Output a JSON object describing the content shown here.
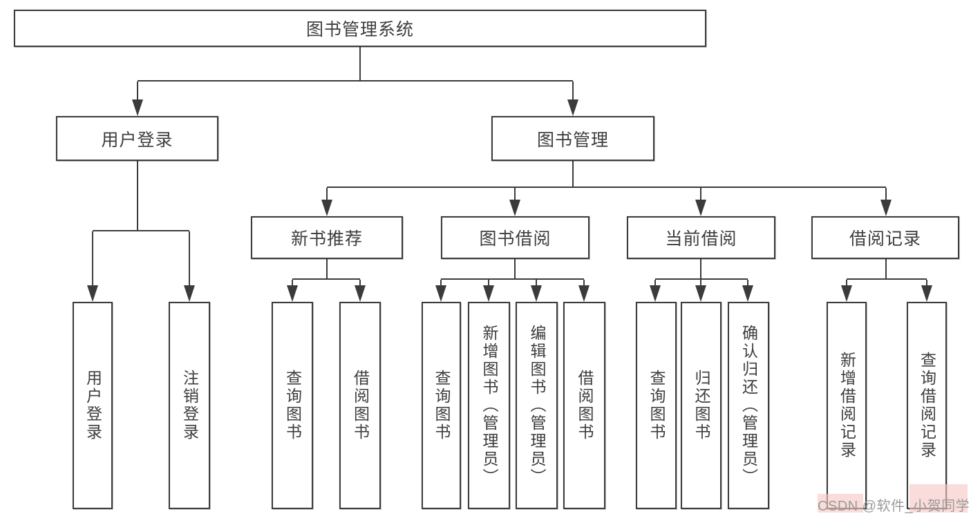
{
  "diagram": {
    "title": "图书管理系统",
    "type": "tree",
    "nodes": {
      "root": {
        "label": "图书管理系统",
        "level": 1
      },
      "user_login": {
        "label": "用户登录",
        "level": 2
      },
      "book_mgmt": {
        "label": "图书管理",
        "level": 2
      },
      "new_book_rec": {
        "label": "新书推荐",
        "level": 3
      },
      "book_borrow": {
        "label": "图书借阅",
        "level": 3
      },
      "current_borrow": {
        "label": "当前借阅",
        "level": 3
      },
      "borrow_record": {
        "label": "借阅记录",
        "level": 3
      },
      "leaf_user_login": {
        "label": "用户登录",
        "level": 4
      },
      "leaf_logout": {
        "label": "注销登录",
        "level": 4
      },
      "leaf_query_book_1": {
        "label": "查询图书",
        "level": 4
      },
      "leaf_borrow_book_1": {
        "label": "借阅图书",
        "level": 4
      },
      "leaf_query_book_2": {
        "label": "查询图书",
        "level": 4
      },
      "leaf_add_book": {
        "label": "新增图书（管理员）",
        "level": 4
      },
      "leaf_edit_book": {
        "label": "编辑图书（管理员）",
        "level": 4
      },
      "leaf_borrow_book_2": {
        "label": "借阅图书",
        "level": 4
      },
      "leaf_query_book_3": {
        "label": "查询图书",
        "level": 4
      },
      "leaf_return_book": {
        "label": "归还图书",
        "level": 4
      },
      "leaf_confirm_return": {
        "label": "确认归还（管理员）",
        "level": 4
      },
      "leaf_add_record": {
        "label": "新增借阅记录",
        "level": 4
      },
      "leaf_query_record": {
        "label": "查询借阅记录",
        "level": 4
      }
    },
    "edges": [
      [
        "root",
        "user_login"
      ],
      [
        "root",
        "book_mgmt"
      ],
      [
        "user_login",
        "leaf_user_login"
      ],
      [
        "user_login",
        "leaf_logout"
      ],
      [
        "book_mgmt",
        "new_book_rec"
      ],
      [
        "book_mgmt",
        "book_borrow"
      ],
      [
        "book_mgmt",
        "current_borrow"
      ],
      [
        "book_mgmt",
        "borrow_record"
      ],
      [
        "new_book_rec",
        "leaf_query_book_1"
      ],
      [
        "new_book_rec",
        "leaf_borrow_book_1"
      ],
      [
        "book_borrow",
        "leaf_query_book_2"
      ],
      [
        "book_borrow",
        "leaf_add_book"
      ],
      [
        "book_borrow",
        "leaf_edit_book"
      ],
      [
        "book_borrow",
        "leaf_borrow_book_2"
      ],
      [
        "current_borrow",
        "leaf_query_book_3"
      ],
      [
        "current_borrow",
        "leaf_return_book"
      ],
      [
        "current_borrow",
        "leaf_confirm_return"
      ],
      [
        "borrow_record",
        "leaf_add_record"
      ],
      [
        "borrow_record",
        "leaf_query_record"
      ]
    ]
  },
  "watermark": {
    "text": "CSDN @软件_小贺同学"
  },
  "colors": {
    "line": "#3b3b3b",
    "box_border": "#3b3b3b",
    "box_fill": "#ffffff",
    "text": "#3d3d3d",
    "watermark_text": "#9b9b9b",
    "watermark_highlight": "#f7c7c3",
    "background": "#ffffff"
  }
}
